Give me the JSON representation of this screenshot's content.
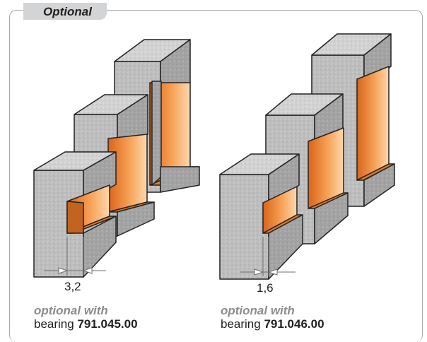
{
  "header": {
    "label": "Optional"
  },
  "left_profile": {
    "dimension": "3,2",
    "optional_label": "optional with",
    "bearing_word": "bearing",
    "bearing_code": "791.045.00"
  },
  "right_profile": {
    "dimension": "1,6",
    "optional_label": "optional with",
    "bearing_word": "bearing",
    "bearing_code": "791.046.00"
  },
  "colors": {
    "frame": "#a7a9ac",
    "tag": "#d3d4d6",
    "wood": "#b5b5b5",
    "profile_orange": "#f08a24"
  }
}
